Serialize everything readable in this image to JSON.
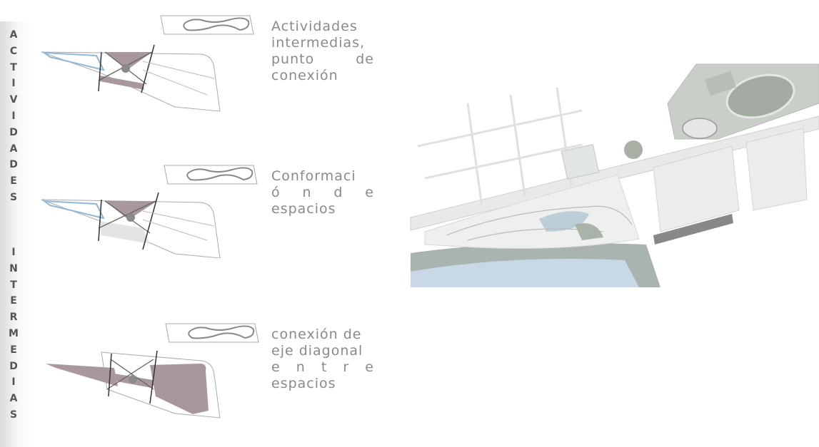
{
  "side_title": {
    "word1": [
      "A",
      "C",
      "T",
      "I",
      "V",
      "I",
      "D",
      "A",
      "D",
      "E",
      "S"
    ],
    "word2": [
      "I",
      "N",
      "T",
      "E",
      "R",
      "M",
      "E",
      "D",
      "I",
      "A",
      "S"
    ]
  },
  "captions": [
    {
      "lines": [
        "Actividades",
        "intermedias,",
        "punto de",
        "conexión"
      ]
    },
    {
      "lines": [
        "Conformaci",
        "ó n  d e",
        "espacios"
      ]
    },
    {
      "lines": [
        "conexión de",
        "eje diagonal",
        "e n t r e",
        "espacios"
      ]
    }
  ],
  "colors": {
    "accent_fill": "#a8989e",
    "light_fill": "#e4e4e4",
    "blue_line": "#8fb7d8",
    "line": "#9a9a9a",
    "water": "#c8d8e6",
    "green_dark": "#9aa49a"
  }
}
